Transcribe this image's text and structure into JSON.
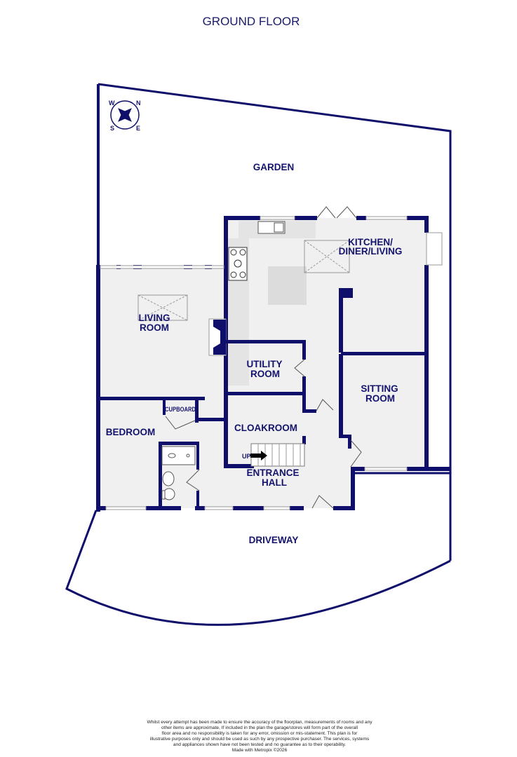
{
  "title": "GROUND FLOOR",
  "compass": {
    "icon": "compass-rose-icon",
    "n": "N",
    "e": "E",
    "s": "S",
    "w": "W"
  },
  "areas": {
    "garden": "GARDEN",
    "driveway": "DRIVEWAY"
  },
  "rooms": {
    "kitchen": [
      "KITCHEN/",
      "DINER/LIVING"
    ],
    "living": [
      "LIVING",
      "ROOM"
    ],
    "utility": [
      "UTILITY",
      "ROOM"
    ],
    "sitting": [
      "SITTING",
      "ROOM"
    ],
    "bedroom": "BEDROOM",
    "cupboard": "CUPBOARD",
    "cloakroom": "CLOAKROOM",
    "hall": [
      "ENTRANCE",
      "HALL"
    ]
  },
  "stairs_label": "UP",
  "colors": {
    "walls": "#0f0f6b",
    "floor": "#f0f0f0"
  },
  "disclaimer": [
    "Whilst every attempt has been made to ensure the accuracy of the floorplan, measurements of rooms and any",
    "other items are approximate, If included in the plan the garage/stores will form part of the overall",
    "floor area and no responsibility is taken for any error, omission or mis-statement. This plan is for",
    "illustrative purposes only and should be used as such by any prospective purchaser. The services, systems",
    "and appliances shown have not been tested and no guarantee as to their operability."
  ],
  "credit": "Made with Metropix ©2026"
}
